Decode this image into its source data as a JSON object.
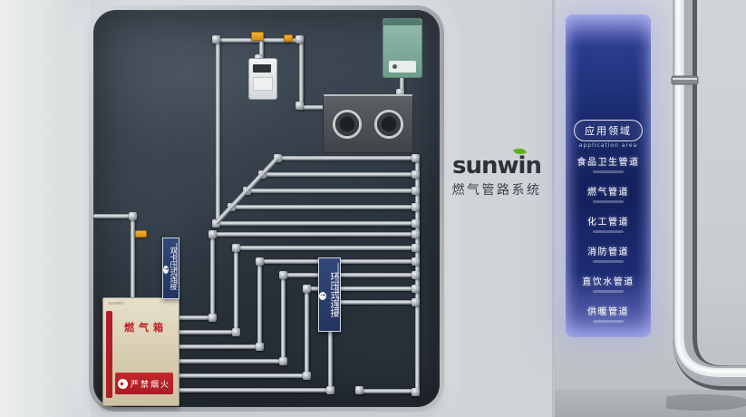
{
  "logo": {
    "brand": "sunwin",
    "subtitle": "燃气管路系统"
  },
  "board": {
    "signs": {
      "dual_press": "双卡压式连接",
      "ring_press": "环压式连接",
      "arrow": "→"
    },
    "cabinet": {
      "brand": "sunwin",
      "title": "燃气箱",
      "warning": "严禁烟火",
      "flame": "◆"
    }
  },
  "panel": {
    "header": {
      "title": "应用领域",
      "caption": "application area"
    },
    "items": [
      {
        "label": "食品卫生管道"
      },
      {
        "label": "燃气管道"
      },
      {
        "label": "化工管道"
      },
      {
        "label": "消防管道"
      },
      {
        "label": "直饮水管道"
      },
      {
        "label": "供暖管道"
      }
    ]
  },
  "colors": {
    "accent_green": "#63b01f",
    "banner_blue": "#14205c",
    "warning_red": "#b9252a"
  }
}
